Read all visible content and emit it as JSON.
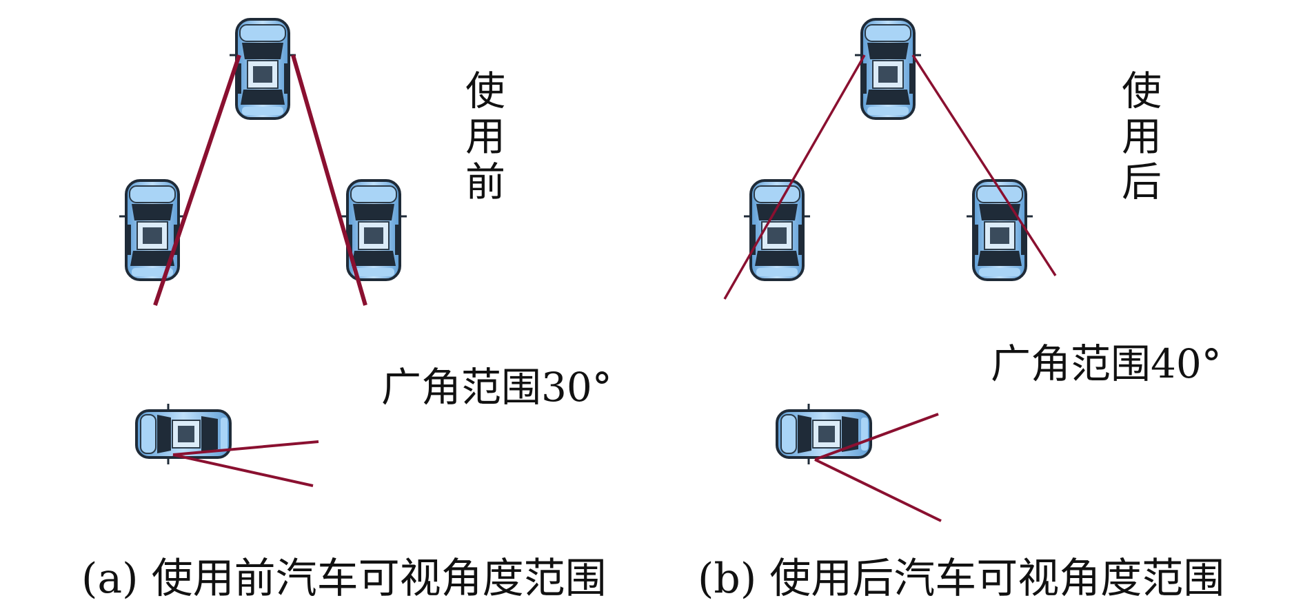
{
  "panels": [
    {
      "id": "a",
      "side_label": [
        "使",
        "用",
        "前"
      ],
      "angle_label": "广角范围30°",
      "caption": "(a) 使用前汽车可视角度范围"
    },
    {
      "id": "b",
      "side_label": [
        "使",
        "用",
        "后"
      ],
      "angle_label": "广角范围40°",
      "caption": "(b) 使用后汽车可视角度范围"
    }
  ],
  "colors": {
    "lane_line": "#2f4a40",
    "sight_line": "#8a1030",
    "car_body": "#8fc3ee",
    "car_dark": "#1f2b38"
  }
}
